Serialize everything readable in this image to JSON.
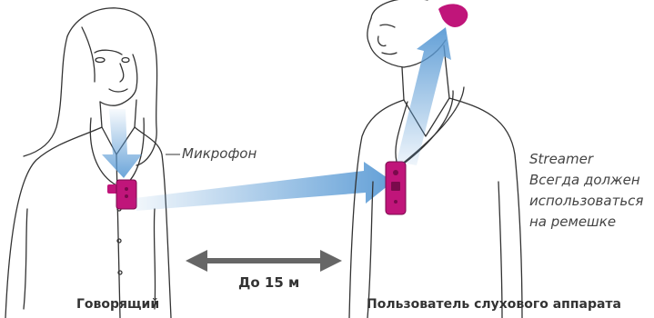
{
  "labels": {
    "microphone": "Микрофон",
    "distance": "До 15 м",
    "speaker": "Говорящий",
    "user": "Пользователь слухового аппарата",
    "streamer_lines": [
      "Streamer",
      "Всегда должен",
      "использоваться",
      "на ремешке"
    ]
  },
  "colors": {
    "outline": "#333333",
    "device": "#c0157a",
    "beam": "#5b9bd5",
    "distance_arrow": "#666666"
  },
  "icons": {
    "microphone": "microphone-device",
    "streamer": "streamer-device",
    "hearing_aid": "hearing-aid"
  }
}
